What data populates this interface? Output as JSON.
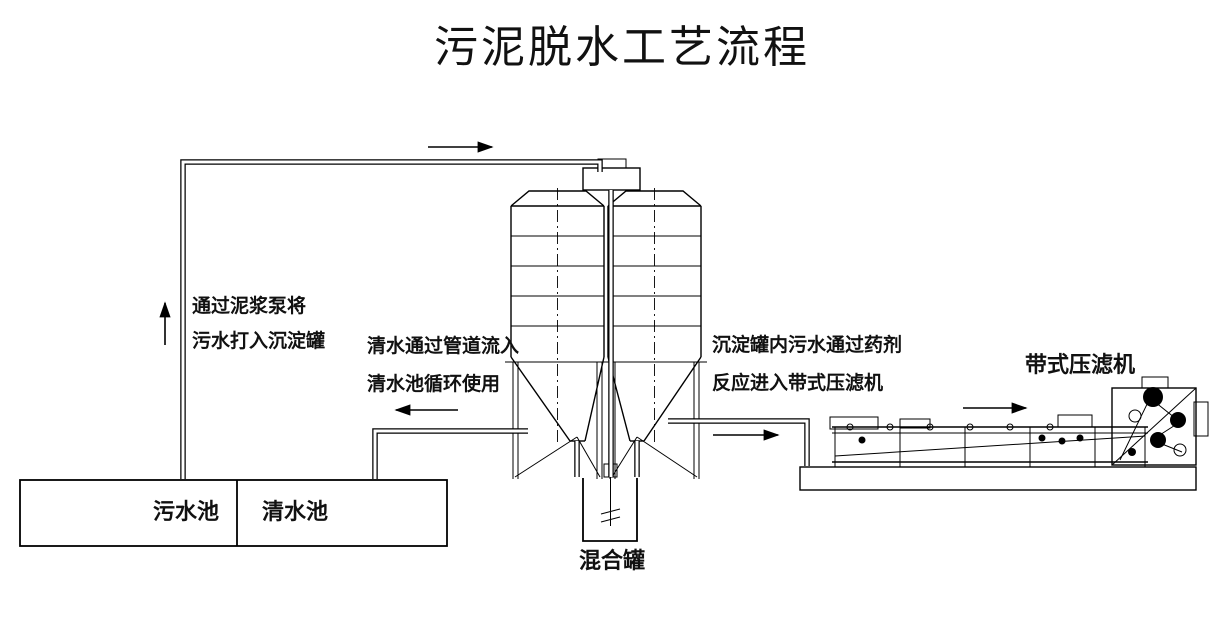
{
  "title": "污泥脱水工艺流程",
  "notes": {
    "pump": {
      "line1": "通过泥浆泵将",
      "line2": "污水打入沉淀罐"
    },
    "clean_water": {
      "line1": "清水通过管道流入",
      "line2": "清水池循环使用"
    },
    "reaction": {
      "line1": "沉淀罐内污水通过药剂",
      "line2": "反应进入带式压滤机"
    }
  },
  "labels": {
    "belt_press": "带式压滤机",
    "sewage_pool": "污水池",
    "clean_water_pool": "清水池",
    "mixing_tank": "混合罐"
  },
  "colors": {
    "line": "#000000",
    "background": "#ffffff"
  }
}
